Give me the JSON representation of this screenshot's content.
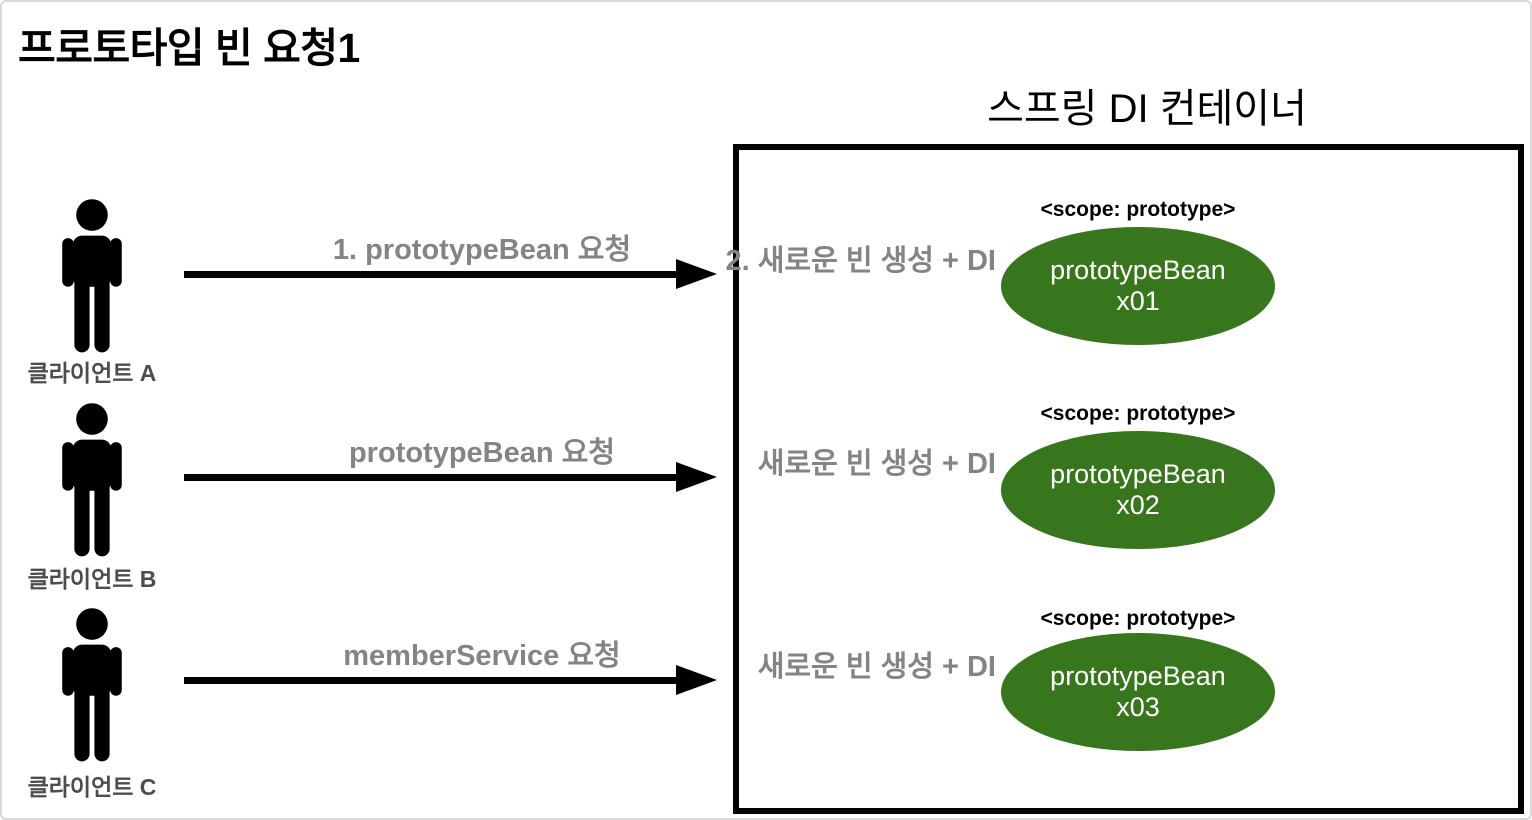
{
  "page": {
    "title": "프로토타입 빈 요청1"
  },
  "container": {
    "title": "스프링 DI 컨테이너"
  },
  "colors": {
    "bean_green": "#38761d",
    "label_gray": "#848484",
    "client_gray": "#4d4d4d",
    "border_black": "#000000",
    "frame_gray": "#d9d9d9"
  },
  "rows": [
    {
      "client": "클라이언트 A",
      "request_label": "1. prototypeBean 요청",
      "container_note": "2. 새로운 빈 생성 + DI",
      "scope_label": "<scope: prototype>",
      "bean_name": "prototypeBean",
      "bean_instance": "x01"
    },
    {
      "client": "클라이언트 B",
      "request_label": "prototypeBean 요청",
      "container_note": "새로운 빈 생성 + DI",
      "scope_label": "<scope: prototype>",
      "bean_name": "prototypeBean",
      "bean_instance": "x02"
    },
    {
      "client": "클라이언트 C",
      "request_label": "memberService 요청",
      "container_note": "새로운 빈 생성 + DI",
      "scope_label": "<scope: prototype>",
      "bean_name": "prototypeBean",
      "bean_instance": "x03"
    }
  ]
}
